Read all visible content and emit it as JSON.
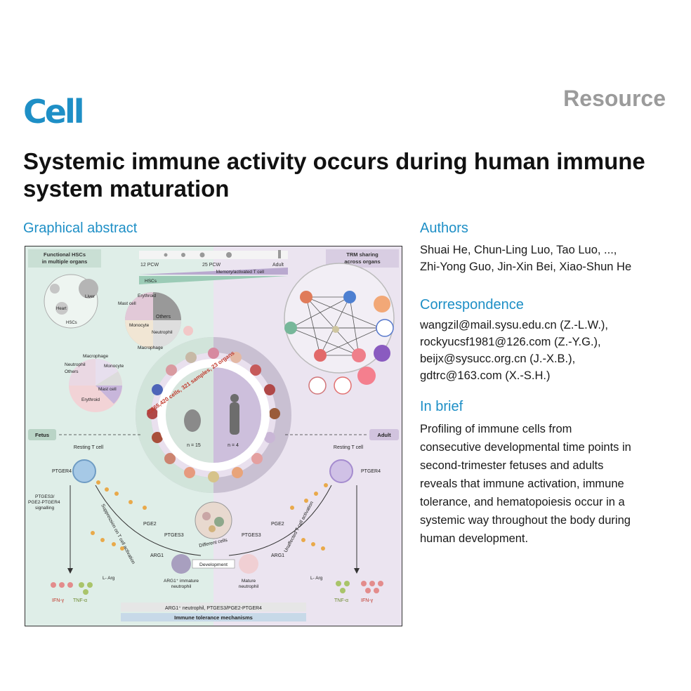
{
  "header": {
    "journal": "Cell",
    "article_type": "Resource",
    "title": "Systemic immune activity occurs during human immune system maturation"
  },
  "graphical_abstract": {
    "heading": "Graphical abstract",
    "functional_hscs": "Functional HSCs",
    "in_multiple_organs": "in multiple organs",
    "trm_sharing": "TRM sharing",
    "across_organs": "across organs",
    "pcw12": "12 PCW",
    "pcw25": "25 PCW",
    "adult": "Adult",
    "memory_t": "Memory/activated T cell",
    "hscs_bar": "HSCs",
    "liver": "Liver",
    "heart": "Heart",
    "hscs": "HSCs",
    "erythroid_top": "Erythroid",
    "mast_cell_top": "Mast cell",
    "others_top": "Others",
    "monocyte_top": "Monocyte",
    "neutrophil_top": "Neutrophil",
    "macrophage_top": "Macrophage",
    "macrophage_bot": "Macrophage",
    "neutrophil_bot": "Neutrophil",
    "monocyte_bot": "Monocyte",
    "others_bot": "Others",
    "mast_cell_bot": "Mast cell",
    "erythroid_bot": "Erythroid",
    "ring_text": "2,865,420 cells, 321 samples, 23 organs",
    "n_fetus": "n = 15",
    "n_adult": "n = 4",
    "fetus": "Fetus",
    "adult_tag": "Adult",
    "resting_t_left": "Resting  T cell",
    "resting_t_right": "Resting  T cell",
    "ptger4_left": "PTGER4",
    "ptger4_right": "PTGER4",
    "ptges3_sig_1": "PTGES3/",
    "ptges3_sig_2": "PGE2-PTGER4",
    "ptges3_sig_3": "signalling",
    "suppression": "Suppression on T cell activation",
    "unaffected": "Unaffected T cell activation",
    "pge2_left": "PGE2",
    "pge2_right": "PGE2",
    "ptges3_left": "PTGES3",
    "ptges3_right": "PTGES3",
    "different_cells": "Different cells",
    "arg1_left": "ARG1",
    "arg1_right": "ARG1",
    "development": "Development",
    "larg_left": "L- Arg",
    "larg_right": "L- Arg",
    "arg1_immature_1": "ARG1⁺ immature",
    "arg1_immature_2": "neutrophil",
    "mature_1": "Mature",
    "mature_2": "neutrophil",
    "ifn_left": "IFN-γ",
    "tnf_left": "TNF-α",
    "tnf_right": "TNF-α",
    "ifn_right": "IFN-γ",
    "tolerance_top": "ARG1⁺ neutrophil,   PTGES3/PGE2-PTGER4",
    "tolerance_bottom": "Immune tolerance mechanisms"
  },
  "authors": {
    "heading": "Authors",
    "line1": "Shuai He, Chun-Ling Luo, Tao Luo, ...,",
    "line2": "Zhi-Yong Guo, Jin-Xin Bei, Xiao-Shun He"
  },
  "correspondence": {
    "heading": "Correspondence",
    "emails": [
      "wangzil@mail.sysu.edu.cn (Z.-L.W.),",
      "rockyucsf1981@126.com (Z.-Y.G.),",
      "beijx@sysucc.org.cn (J.-X.B.),",
      "gdtrc@163.com (X.-S.H.)"
    ]
  },
  "in_brief": {
    "heading": "In brief",
    "lines": [
      "Profiling of immune cells from",
      "consecutive developmental time points in",
      "second-trimester fetuses and adults",
      "reveals that immune activation, immune",
      "tolerance, and hematopoiesis occur in a",
      "systemic way throughout the body during",
      "human development."
    ]
  },
  "colors": {
    "brand_blue": "#1e8fc6",
    "fetus_bg": "#dfeee8",
    "adult_bg": "#ebe4f0",
    "network_red": "#e06060"
  }
}
